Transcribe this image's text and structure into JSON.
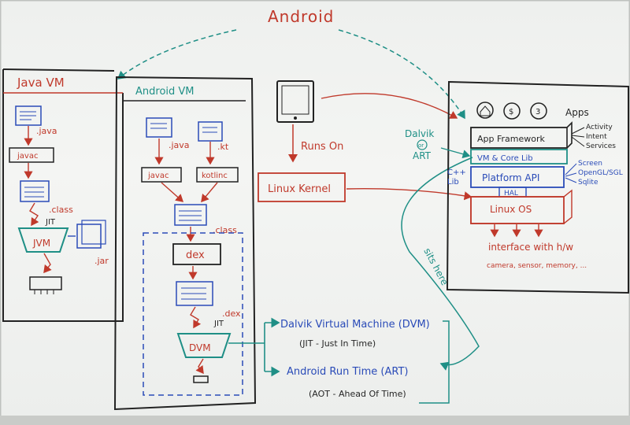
{
  "title": "Android",
  "java_vm": {
    "heading": "Java VM",
    "java_label": ".java",
    "javac_label": "javac",
    "class_label": ".class",
    "jit_label": "JIT",
    "jvm_label": "JVM",
    "jar_label": ".jar"
  },
  "android_vm": {
    "heading": "Android VM",
    "java_label": ".java",
    "kt_label": ".kt",
    "javac_label": "javac",
    "kotlinc_label": "kotlinc",
    "class_label": ".class",
    "dex_box": "dex",
    "dex_label": ".dex",
    "jit_label": "JIT",
    "dvm_label": "DVM"
  },
  "middle": {
    "runs_on": "Runs On",
    "linux_kernel": "Linux Kernel",
    "sits_here": "sits here"
  },
  "runtimes": {
    "dvm_name": "Dalvik Virtual Machine (DVM)",
    "dvm_note": "(JIT - Just In Time)",
    "art_name": "Android Run Time (ART)",
    "art_note": "(AOT - Ahead Of Time)"
  },
  "stack": {
    "apps_label": "Apps",
    "app_framework": "App Framework",
    "framework_items": [
      "Activity",
      "Intent",
      "Services"
    ],
    "dalvik": "Dalvik",
    "or_symbol": "or",
    "art": "ART",
    "vm_core": "VM & Core Lib",
    "cpp_lib_1": "C++",
    "cpp_lib_2": "Lib",
    "platform_api": "Platform API",
    "api_items": [
      "Screen",
      "OpenGL/SGL",
      "Sqlite"
    ],
    "hal": "HAL",
    "linux_os": "Linux OS",
    "interface": "interface with h/w",
    "hw_items": "camera, sensor, memory, ..."
  },
  "colors": {
    "red": "#c0392b",
    "blue": "#2a4bb8",
    "teal": "#1f8f86",
    "black": "#262626"
  }
}
